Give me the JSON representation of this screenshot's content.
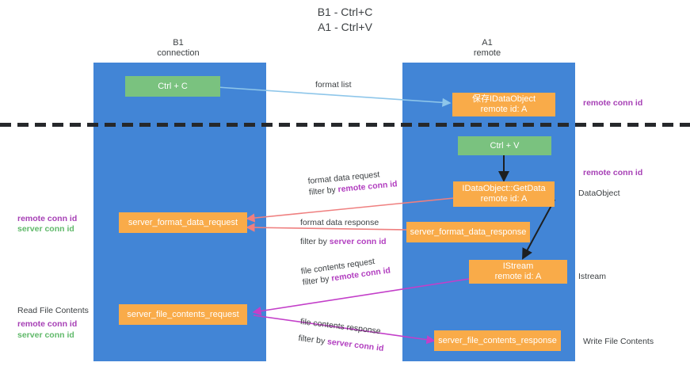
{
  "title": "B1 - Ctrl+C\nA1 - Ctrl+V",
  "columns": [
    {
      "name": "b1",
      "label": "B1\nconnection"
    },
    {
      "name": "a1",
      "label": "A1\nremote"
    }
  ],
  "nodes": [
    {
      "id": "ctrl-c",
      "label": "Ctrl + C",
      "color": "#7ac27f"
    },
    {
      "id": "store-idataobject",
      "label": "保存IDataObject\nremote id: A",
      "color": "#f9ab49"
    },
    {
      "id": "ctrl-v",
      "label": "Ctrl + V",
      "color": "#7ac27f"
    },
    {
      "id": "idataobject-getdata",
      "label": "IDataObject::GetData\nremote id: A",
      "color": "#f9ab49"
    },
    {
      "id": "server-format-data-request",
      "label": "server_format_data_request",
      "color": "#f9ab49"
    },
    {
      "id": "server-format-data-response",
      "label": "server_format_data_response",
      "color": "#f9ab49"
    },
    {
      "id": "istream",
      "label": "IStream\nremote id: A",
      "color": "#f9ab49"
    },
    {
      "id": "server-file-contents-request",
      "label": "server_file_contents_request",
      "color": "#f9ab49"
    },
    {
      "id": "server-file-contents-response",
      "label": "server_file_contents_response",
      "color": "#f9ab49"
    }
  ],
  "edge_labels": {
    "format_list": "format list",
    "format_data_request": "format data request",
    "format_data_request_filter_prefix": "filter by ",
    "format_data_request_filter_key": "remote conn id",
    "format_data_response": "format data response",
    "format_data_response_filter_prefix": "filter by ",
    "format_data_response_filter_key": "server conn id",
    "file_contents_request": "file contents request",
    "file_contents_request_filter_prefix": "filter by ",
    "file_contents_request_filter_key": "remote conn id",
    "file_contents_response": "file contents response",
    "file_contents_response_filter_prefix": "filter by ",
    "file_contents_response_filter_key": "server conn id"
  },
  "annotations": {
    "right_remote_conn_id_top": "remote conn id",
    "right_remote_conn_id_mid": "remote conn id",
    "right_dataobject": "DataObject",
    "right_istream": "Istream",
    "right_write_file_contents": "Write File Contents",
    "left_remote_conn_id": "remote conn id",
    "left_server_conn_id": "server conn id",
    "left_read_file_contents": "Read File Contents",
    "left_remote_conn_id_2": "remote conn id",
    "left_server_conn_id_2": "server conn id"
  },
  "colors": {
    "lane": "#4285d6",
    "green_box": "#7ac27f",
    "orange_box": "#f9ab49",
    "purple_key": "#b23fc0",
    "green_key": "#60b96a",
    "edge_blue": "#8ec6ea",
    "edge_red": "#ef7f7f",
    "edge_magenta": "#c33fc9",
    "edge_black": "#26282b",
    "divider": "#26282b",
    "text": "#3c4043"
  }
}
